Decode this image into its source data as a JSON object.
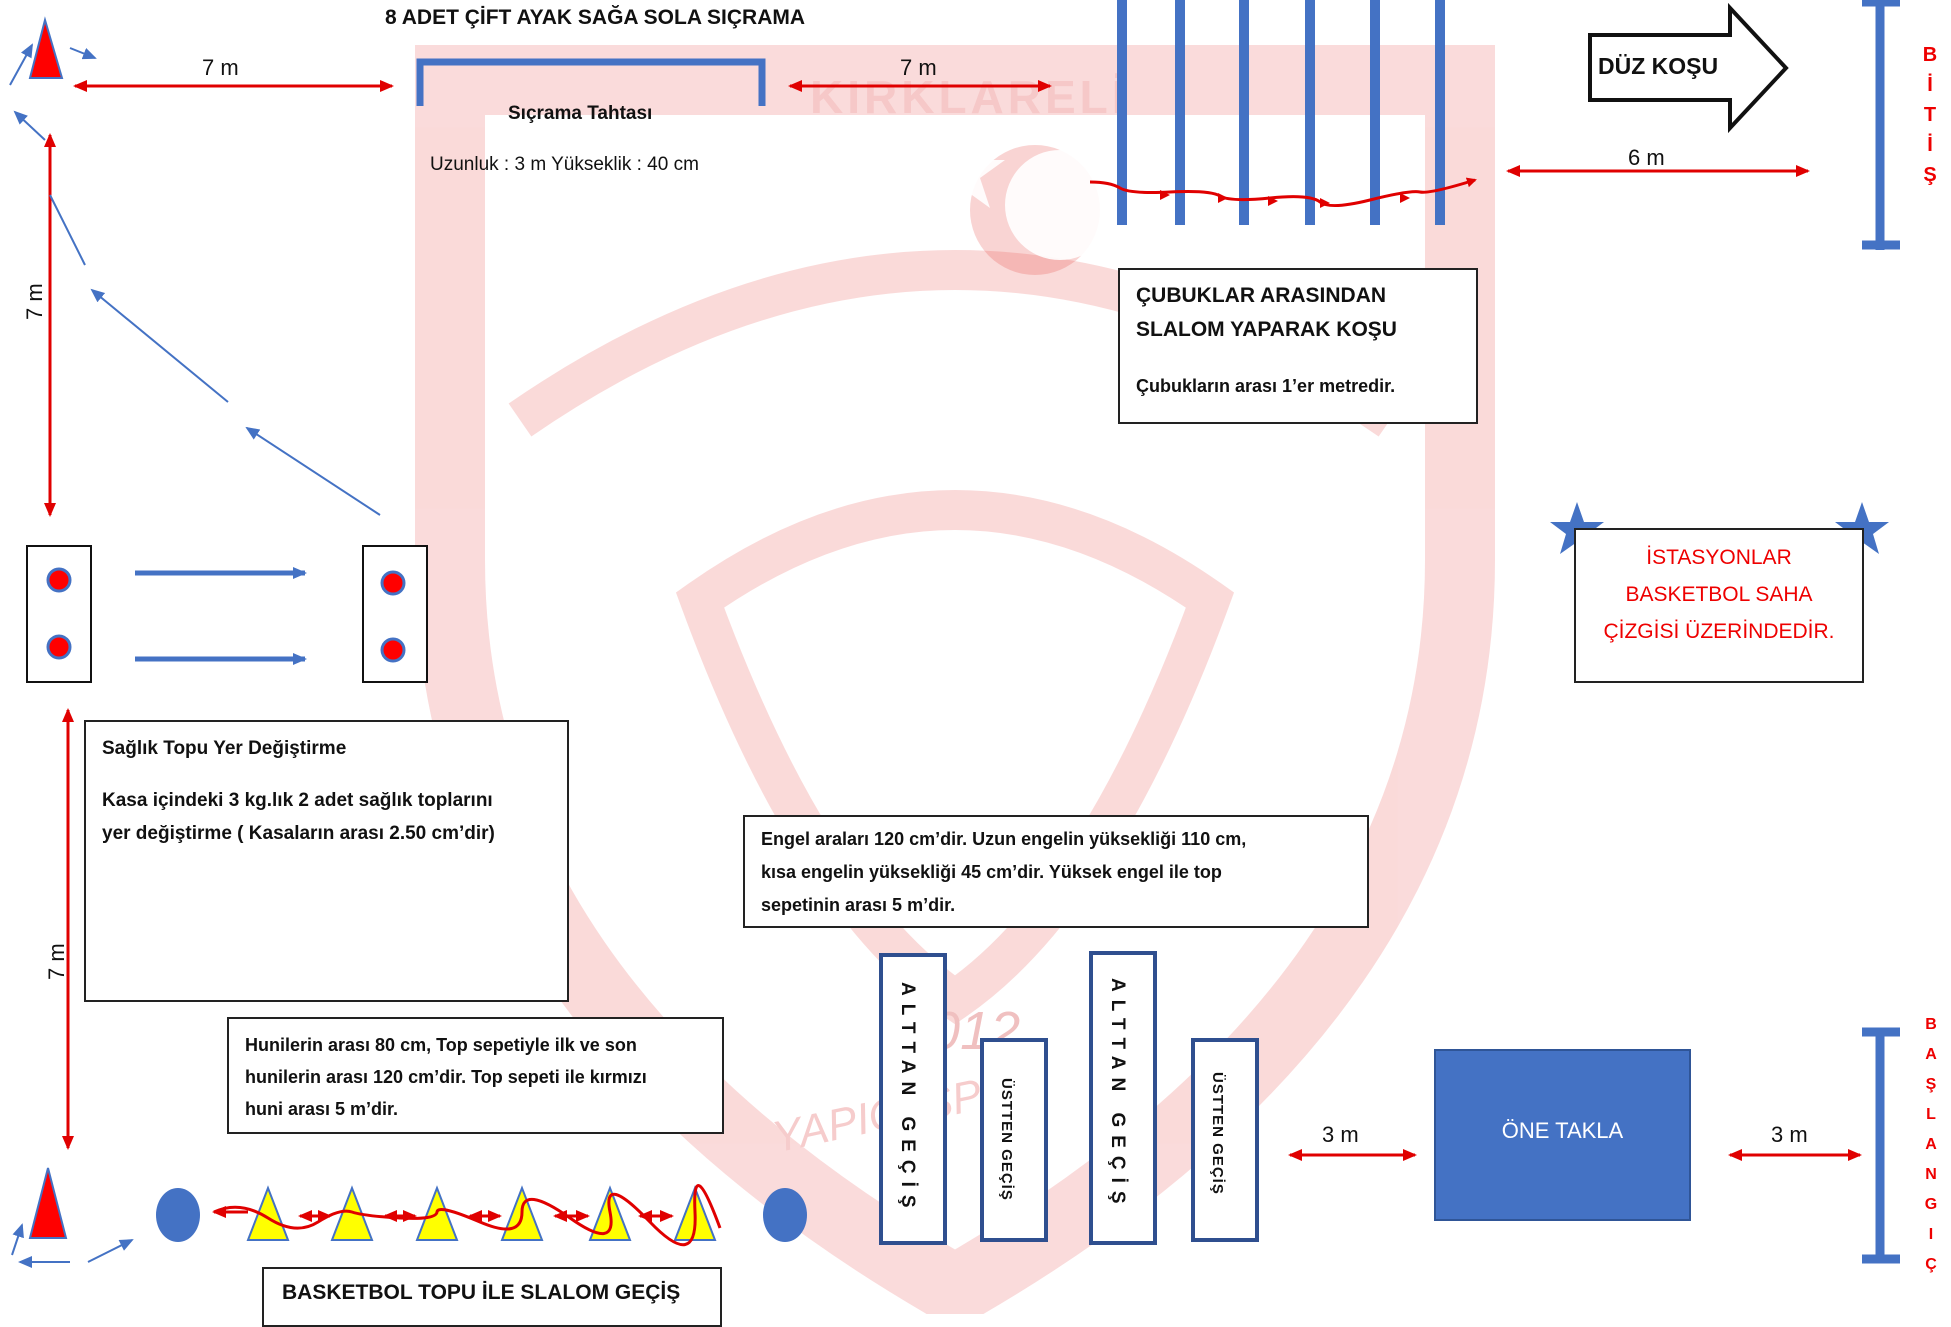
{
  "title": "8 ADET ÇİFT AYAK SAĞA SOLA SIÇRAMA",
  "jump_board": {
    "name": "Sıçrama Tahtası",
    "dims": "Uzunluk : 3 m Yükseklik : 40 cm"
  },
  "distances": {
    "top_left": "7 m",
    "top_mid": "7 m",
    "finish": "6 m",
    "left_upper": "7 m",
    "left_lower": "7 m",
    "roll_left": "3 m",
    "roll_right": "3 m"
  },
  "straight_run": "DÜZ KOŞU",
  "finish_letters": [
    "B",
    "İ",
    "T",
    "İ",
    "Ş"
  ],
  "start_letters": [
    "B",
    "A",
    "Ş",
    "L",
    "A",
    "N",
    "G",
    "I",
    "Ç"
  ],
  "poles_box": {
    "line1": "ÇUBUKLAR ARASINDAN",
    "line2": "SLALOM YAPARAK KOŞU",
    "line3": "Çubukların arası 1’er metredir."
  },
  "stations_note": {
    "line1": "İSTASYONLAR",
    "line2": "BASKETBOL SAHA",
    "line3": "ÇİZGİSİ ÜZERİNDEDİR."
  },
  "medicine_ball_box": {
    "title": "Sağlık Topu Yer Değiştirme",
    "line1": "Kasa içindeki 3 kg.lık 2 adet sağlık toplarını",
    "line2": "yer değiştirme ( Kasaların arası 2.50 cm’dir)"
  },
  "hurdle_note": {
    "line1": "Engel araları 120 cm’dir. Uzun engelin yüksekliği 110 cm,",
    "line2": "kısa engelin yüksekliği 45 cm’dir. Yüksek engel ile top",
    "line3": "sepetinin arası 5 m’dir."
  },
  "cone_note": {
    "line1": "Hunilerin arası 80 cm, Top sepetiyle ilk ve son",
    "line2": "hunilerin arası 120 cm’dir. Top sepeti ile kırmızı",
    "line3": "huni arası 5 m’dir."
  },
  "hurdles": {
    "under": "ALTTAN GEÇİŞ",
    "over": "ÜSTTEN GEÇİŞ"
  },
  "roll": "ÖNE TAKLA",
  "slalom_label": "BASKETBOL TOPU İLE SLALOM GEÇİŞ",
  "watermark": {
    "text1": "KIRKLARELİ",
    "year": "2012",
    "text2": "YAPICI SPOR"
  },
  "colors": {
    "blue": "#4472C4",
    "red": "#e00000",
    "yellow": "#ffff00",
    "cone_red": "#ff0000"
  }
}
